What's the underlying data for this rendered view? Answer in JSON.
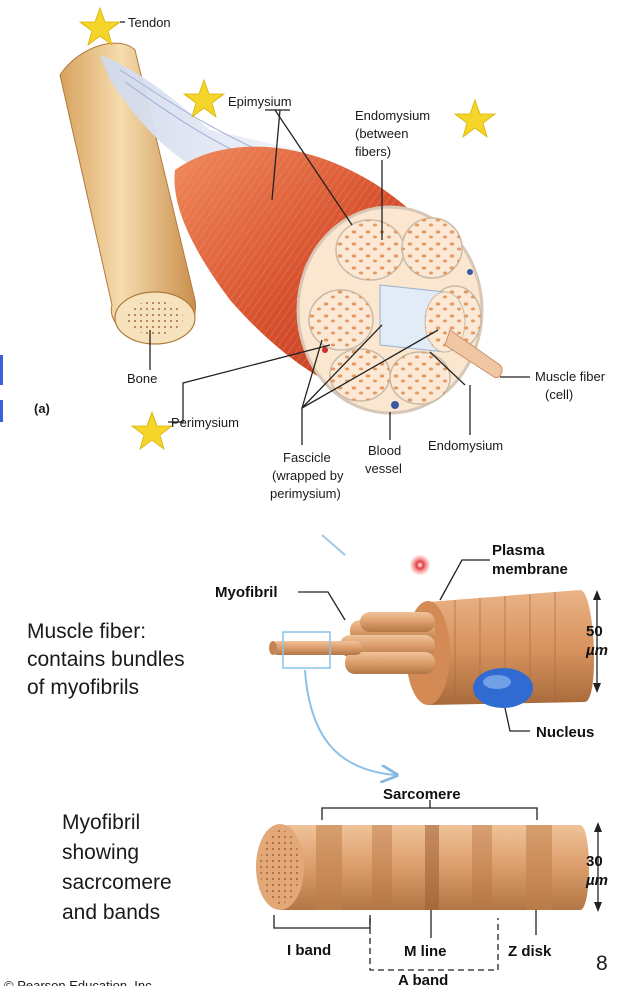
{
  "top_diagram": {
    "panel_label": "(a)",
    "labels": {
      "tendon": "Tendon",
      "epimysium": "Epimysium",
      "endomysium_between_1": "Endomysium",
      "endomysium_between_2": "(between",
      "endomysium_between_3": "fibers)",
      "bone": "Bone",
      "perimysium": "Perimysium",
      "fascicle_1": "Fascicle",
      "fascicle_2": "(wrapped by",
      "fascicle_3": "perimysium)",
      "blood_vessel_1": "Blood",
      "blood_vessel_2": "vessel",
      "endomysium": "Endomysium",
      "muscle_fiber_1": "Muscle fiber",
      "muscle_fiber_2": "(cell)"
    }
  },
  "middle_diagram": {
    "labels": {
      "myofibril": "Myofibril",
      "plasma_membrane_1": "Plasma",
      "plasma_membrane_2": "membrane",
      "scale_value": "50",
      "scale_unit": "µm",
      "nucleus": "Nucleus"
    },
    "caption": [
      "Muscle fiber:",
      "contains bundles",
      "of myofibrils"
    ]
  },
  "bottom_diagram": {
    "labels": {
      "sarcomere": "Sarcomere",
      "scale_value": "30",
      "scale_unit": "µm",
      "i_band": "I band",
      "m_line": "M line",
      "z_disk": "Z disk",
      "a_band": "A band"
    },
    "caption": [
      "Myofibril",
      "showing",
      "sacrcomere",
      "and bands"
    ]
  },
  "page_number": "8",
  "footer": "© Pearson Education, Inc."
}
